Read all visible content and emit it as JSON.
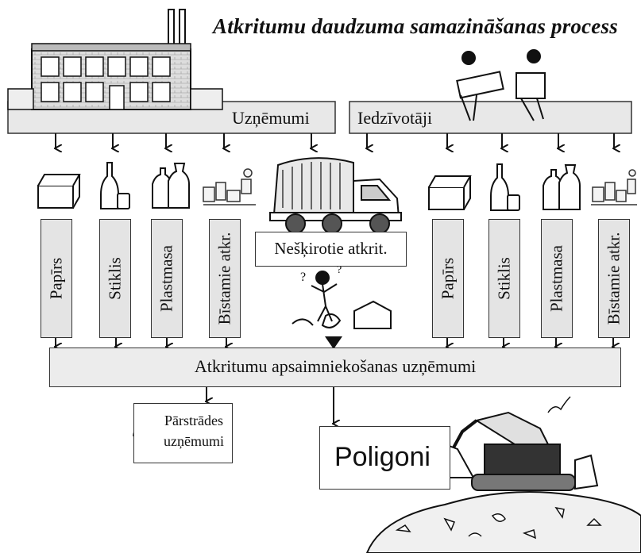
{
  "title": "Atkritumu daudzuma samazināšanas process",
  "sources": {
    "companies": "Uzņēmumi",
    "residents": "Iedzīvotāji"
  },
  "left_streams": [
    "Papīrs",
    "Stiklis",
    "Plastmasa",
    "Bīstamie atkr."
  ],
  "right_streams": [
    "Papīrs",
    "Stiklis",
    "Plastmasa",
    "Bīstamie atkr."
  ],
  "unsorted": "Nešķirotie atkrit.",
  "management": "Atkritumu apsaimniekošanas uzņēmumi",
  "recycling": "Pārstrādes uzņēmumi",
  "landfill": "Poligoni",
  "icons": [
    "factory-icon",
    "people-carrying-boxes-icon",
    "box-icon",
    "bottle-icon",
    "plastic-bottles-icon",
    "hazardous-waste-icon",
    "garbage-truck-icon",
    "confused-person-icon",
    "bulldozer-icon",
    "landfill-pile-icon"
  ]
}
